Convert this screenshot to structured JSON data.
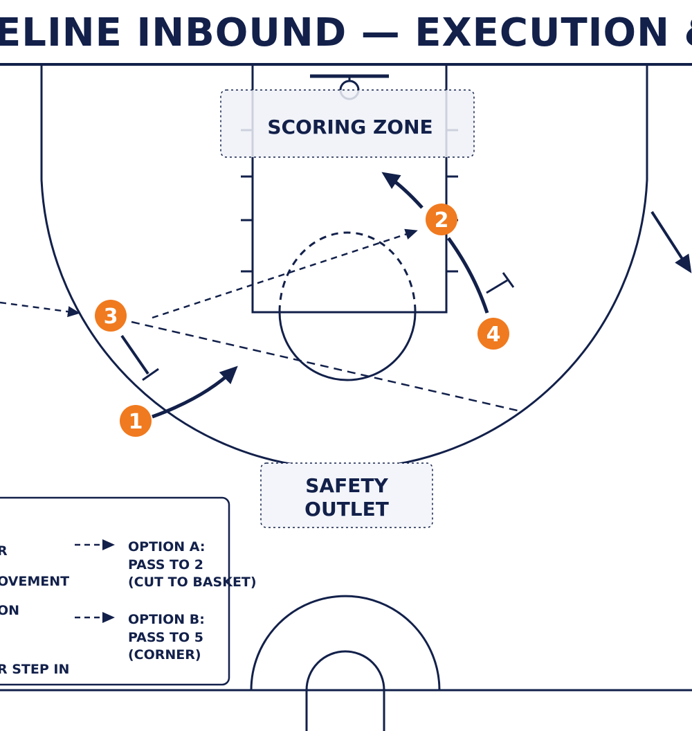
{
  "title": "ELINE INBOUND — EXECUTION & SCORING OPTIO",
  "colors": {
    "navy": "#12204a",
    "orange": "#f07a1f",
    "zone_fill": "#eef1f7"
  },
  "zones": {
    "scoring": "SCORING ZONE",
    "safety_line1": "SAFETY",
    "safety_line2": "OUTLET"
  },
  "players": [
    {
      "number": "1"
    },
    {
      "number": "2"
    },
    {
      "number": "3"
    },
    {
      "number": "4"
    }
  ],
  "legend": {
    "left_items": [
      "R",
      "OVEMENT",
      "ON",
      "R STEP IN"
    ],
    "option_a": [
      "OPTION A:",
      "PASS TO 2",
      "(CUT TO BASKET)"
    ],
    "option_b": [
      "OPTION B:",
      "PASS TO 5",
      "(CORNER)"
    ]
  }
}
